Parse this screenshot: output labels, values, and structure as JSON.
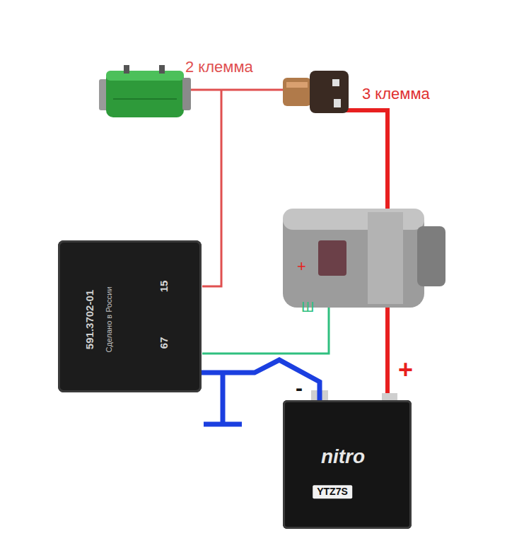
{
  "diagram": {
    "nodes": [
      {
        "text": [
          "591.3702-01",
          "Сделано в России",
          "15",
          "67"
        ]
      },
      {
        "text": [
          "nitro",
          "YTZ7S"
        ]
      }
    ],
    "edges": [
      {
        "from": 0,
        "to": 1,
        "arrow": "none"
      }
    ],
    "labels": [
      "2 клемма",
      "3 клемма",
      "+",
      "Ш",
      "+",
      "-"
    ]
  }
}
